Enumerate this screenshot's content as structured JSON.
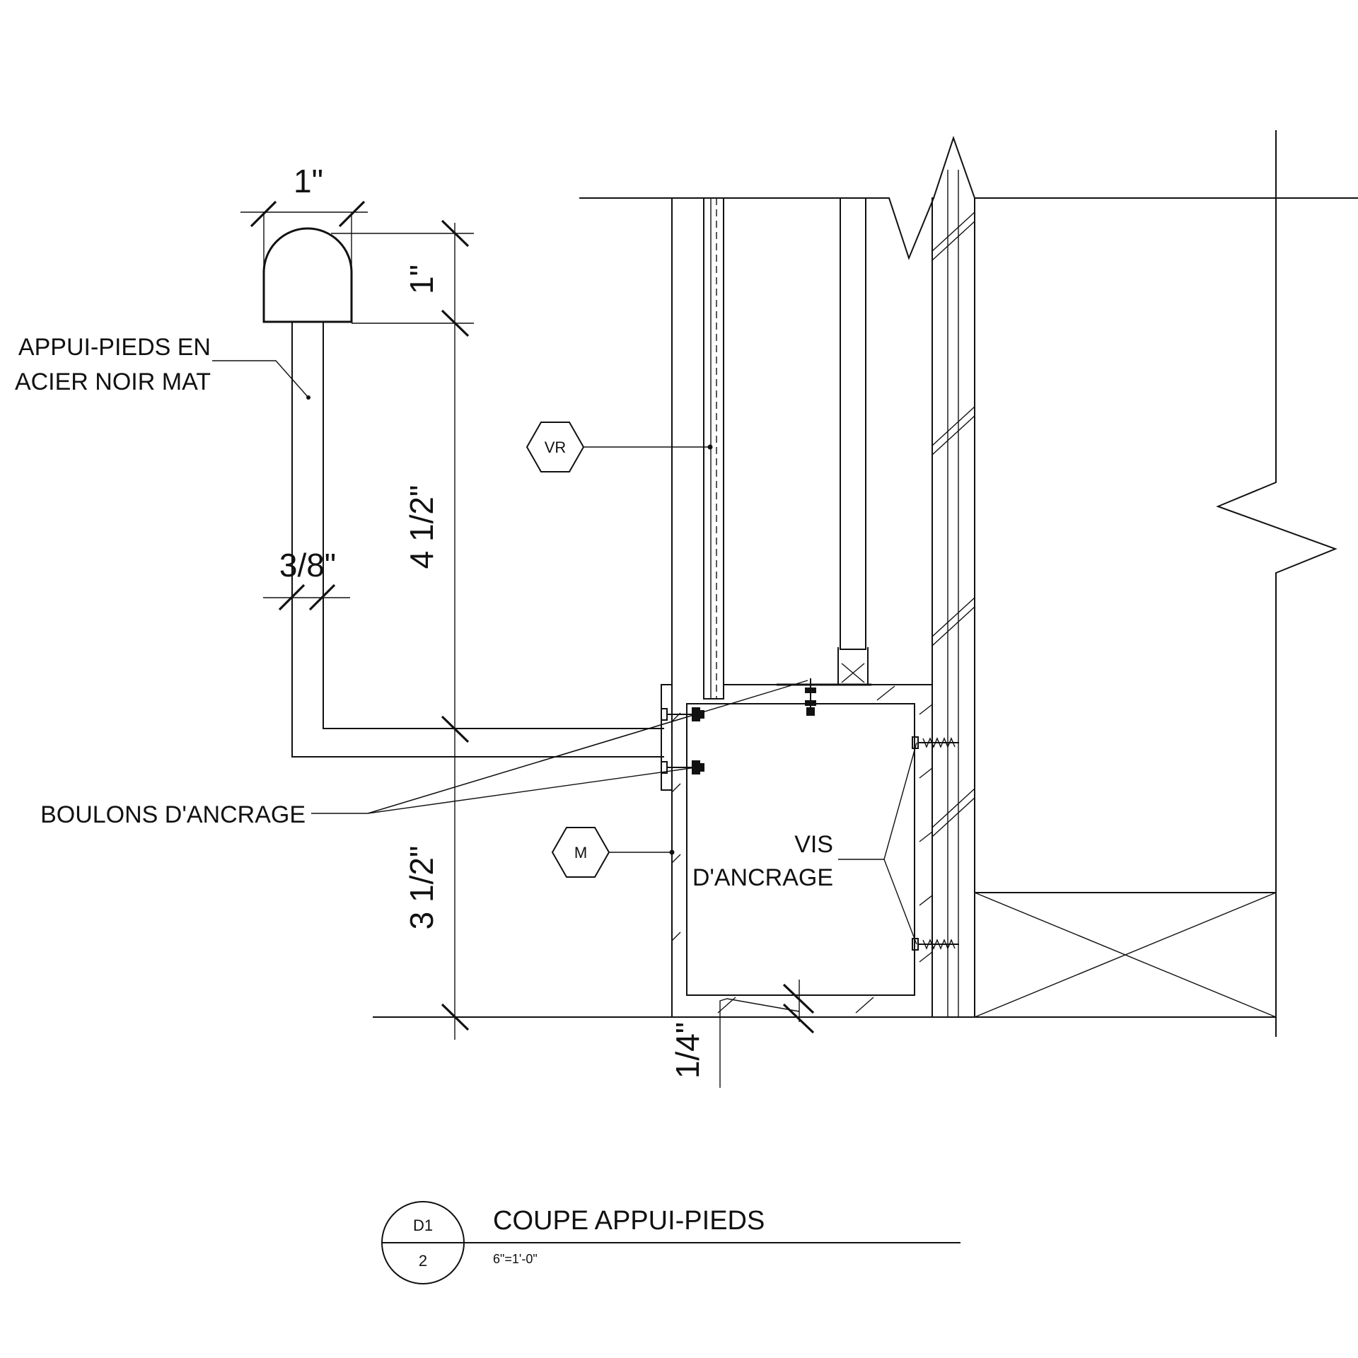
{
  "drawing": {
    "labels": {
      "footrest_line1": "APPUI-PIEDS EN",
      "footrest_line2": "ACIER NOIR MAT",
      "anchor_bolts": "BOULONS D'ANCRAGE",
      "anchor_screws_line1": "VIS",
      "anchor_screws_line2": "D'ANCRAGE"
    },
    "dimensions": {
      "cap_width": "1\"",
      "cap_height": "1\"",
      "rod_height": "4 1/2\"",
      "rod_thickness": "3/8\"",
      "base_height": "3  1/2\"",
      "gap": "1/4\""
    },
    "tags": {
      "vr": "VR",
      "m": "M"
    },
    "title_block": {
      "detail_number": "D1",
      "sheet_number": "2",
      "title": "COUPE APPUI-PIEDS",
      "scale": "6\"=1'-0\""
    }
  }
}
